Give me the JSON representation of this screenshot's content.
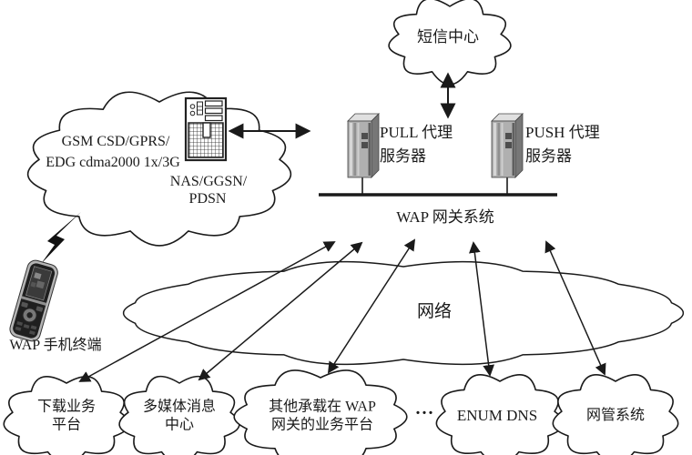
{
  "labels": {
    "sms_center": "短信中心",
    "access_line1": "GSM CSD/GPRS/",
    "access_line2": "EDG cdma2000 1x/3G",
    "access_line3": "NAS/GGSN/",
    "access_line4": "PDSN",
    "pull_proxy": "PULL 代理\n服务器",
    "push_proxy": "PUSH 代理\n服务器",
    "wap_gateway": "WAP 网关系统",
    "network": "网络",
    "phone_terminal": "WAP 手机终端",
    "download_platform": "下载业务\n平台",
    "mms_center": "多媒体消息\n中心",
    "other_platform": "其他承载在 WAP\n网关的业务平台",
    "ellipsis": "...",
    "enum_dns": "ENUM DNS",
    "nms": "网管系统"
  },
  "colors": {
    "ink": "#1a1a1a",
    "paper": "#ffffff",
    "tower_front": "#b0b0b0",
    "tower_side": "#777777",
    "tower_top": "#e0e0e0",
    "tower_detail_dark": "#4e4e4e",
    "phone_body": "#1f1f1f",
    "phone_trim": "#b5b5b5"
  }
}
